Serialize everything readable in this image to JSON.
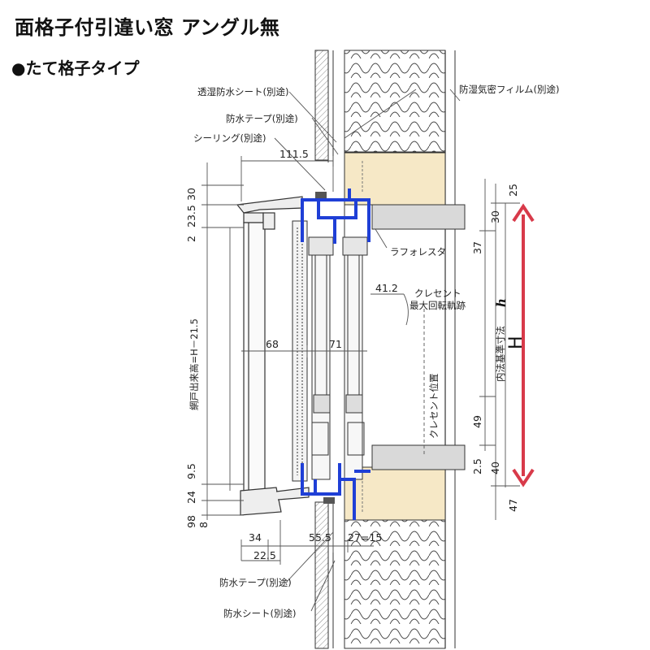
{
  "title": "面格子付引違い窓 アングル無",
  "subtitle": "●たて格子タイプ",
  "labels": {
    "tousitsu_sheet": "透湿防水シート(別途)",
    "bousui_tape_top": "防水テープ(別途)",
    "sealing": "シーリング(別途)",
    "boushitsu_film": "防湿気密フィルム(別途)",
    "laforesta": "ラフォレスタ",
    "crescent_rot": "クレセント",
    "crescent_rot2": "最大回転軌跡",
    "crescent_pos": "クレセント位置",
    "amido": "網戸出来高=H－21.5",
    "naihou": "内法基準寸法",
    "naihou_h": "h",
    "big_h": "H",
    "bousui_tape_bottom": "防水テープ(別途)",
    "bousui_sheet": "防水シート(別途)"
  },
  "dims": {
    "d111_5": "111.5",
    "d30_top": "30",
    "d23_5": "23.5",
    "d2": "2",
    "d25": "25",
    "d30_right": "30",
    "d37": "37",
    "d41_2": "41.2",
    "d68": "68",
    "d71": "71",
    "d49": "49",
    "d2_5": "2.5",
    "d40": "40",
    "d9_5": "9.5",
    "d24": "24",
    "d98": "98",
    "d8": "8",
    "d47": "47",
    "d34": "34",
    "d55_5": "55.5",
    "d27_15": "27=15",
    "d22_5": "22.5"
  },
  "colors": {
    "frame_blue": "#1f3fd6",
    "arrow_red": "#d83a4a",
    "wood": "#f6e8c6",
    "line": "#333333"
  }
}
